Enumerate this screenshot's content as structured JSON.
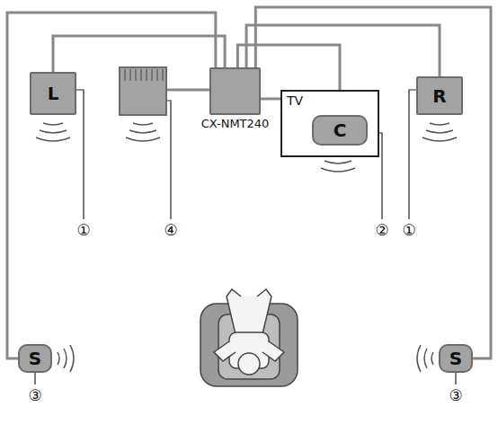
{
  "diagram": {
    "nodes": [
      {
        "text": [
          "L"
        ]
      },
      {
        "text": [
          "CX-NMT240"
        ]
      },
      {
        "text": [
          "TV"
        ]
      },
      {
        "text": [
          "C"
        ],
        "in": 2
      },
      {
        "text": [
          "R"
        ]
      },
      {
        "text": [
          "S"
        ]
      },
      {
        "text": [
          "S"
        ]
      }
    ],
    "edges": [
      {
        "from": 1,
        "to": 0,
        "arrow": "none"
      },
      {
        "from": 1,
        "to": 2,
        "arrow": "none"
      },
      {
        "from": 1,
        "to": 3,
        "arrow": "none"
      },
      {
        "from": 1,
        "to": 4,
        "arrow": "none"
      },
      {
        "from": 1,
        "to": 5,
        "arrow": "none"
      },
      {
        "from": 1,
        "to": 6,
        "arrow": "none"
      }
    ],
    "labels": [
      "①",
      "④",
      "②",
      "①",
      "③",
      "③"
    ]
  }
}
